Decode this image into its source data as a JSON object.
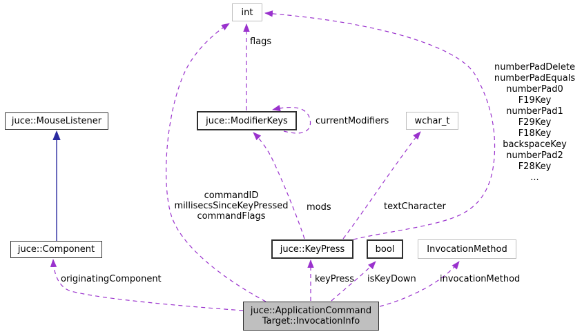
{
  "diagram_type": "collaboration-graph",
  "colors": {
    "usage_edge": "#9a32cd",
    "inheritance_edge": "#2b2ba0",
    "main_node_fill": "#bfbfbf",
    "linked_node_border": "#2e2e2e",
    "plain_node_border": "#bdbdbd"
  },
  "nodes": {
    "int": "int",
    "mouse_listener": "juce::MouseListener",
    "modifier_keys": "juce::ModifierKeys",
    "wchar_t": "wchar_t",
    "component": "juce::Component",
    "key_press": "juce::KeyPress",
    "bool": "bool",
    "invocation_method": "InvocationMethod",
    "invocation_info_line1": "juce::ApplicationCommand",
    "invocation_info_line2": "Target::InvocationInfo"
  },
  "edge_labels": {
    "flags": "flags",
    "current_modifiers": "currentModifiers",
    "mods": "mods",
    "text_character": "textCharacter",
    "originating_component": "originatingComponent",
    "key_press": "keyPress",
    "is_key_down": "isKeyDown",
    "invocation_method": "invocationMethod",
    "command_fields": [
      "commandID",
      "millisecsSinceKeyPressed",
      "commandFlags"
    ],
    "keypress_statics": [
      "numberPadDelete",
      "numberPadEquals",
      "numberPad0",
      "F19Key",
      "numberPad1",
      "F29Key",
      "F18Key",
      "backspaceKey",
      "numberPad2",
      "F28Key",
      "..."
    ]
  }
}
